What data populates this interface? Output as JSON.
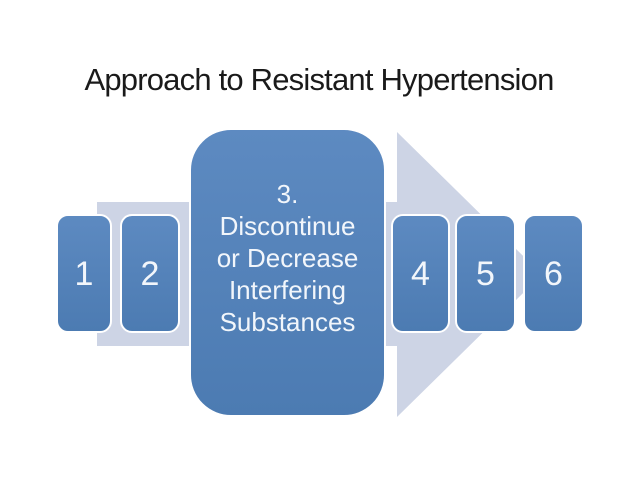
{
  "slide": {
    "title": "Approach to Resistant Hypertension"
  },
  "diagram": {
    "kind": "block-arrow-process",
    "direction": "left-to-right",
    "steps": [
      {
        "label": "1"
      },
      {
        "label": "2"
      },
      {
        "label": "3. Discontinue or Decrease Interfering Substances",
        "lines": [
          "3.",
          "Discontinue",
          "or Decrease",
          "Interfering",
          "Substances"
        ]
      },
      {
        "label": "4"
      },
      {
        "label": "5"
      },
      {
        "label": "6"
      }
    ]
  },
  "colors": {
    "background": "#ffffff",
    "title_text": "#1a1a1a",
    "arrow_fill": "#cdd4e5",
    "step_fill_top": "#5d8ac1",
    "step_fill_bottom": "#4c7bb2",
    "step_border": "#ffffff",
    "step_text": "#f2f6fb"
  }
}
